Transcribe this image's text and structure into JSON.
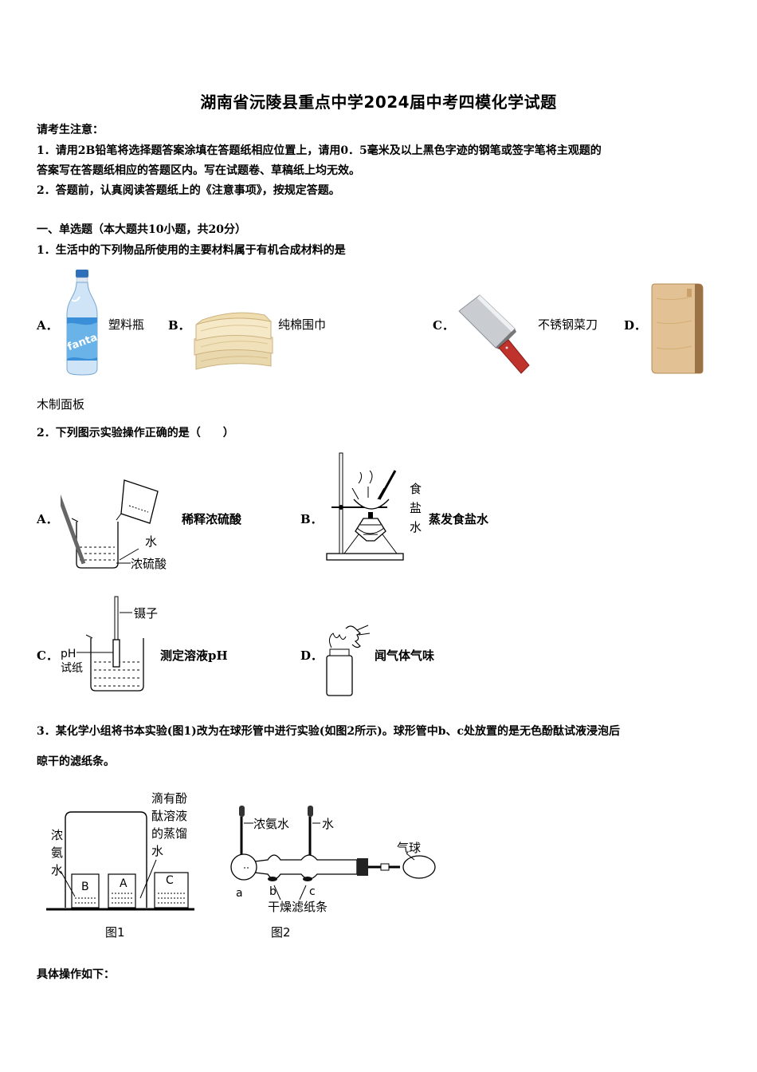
{
  "title": "湖南省沅陵县重点中学2024届中考四模化学试题",
  "notice": {
    "heading": "请考生注意：",
    "line1a": "1．请用2B铅笔将选择题答案涂填在答题纸相应位置上，请用0．5毫米及以上黑色字迹的钢笔或签字笔将主观题的",
    "line1b": "答案写在答题纸相应的答题区内。写在试题卷、草稿纸上均无效。",
    "line2": "2．答题前，认真阅读答题纸上的《注意事项》，按规定答题。"
  },
  "section1": "一、单选题（本大题共10小题，共20分）",
  "q1": {
    "stem": "1．生活中的下列物品所使用的主要材料属于有机合成材料的是",
    "options": [
      {
        "letter": "A．",
        "text": "塑料瓶"
      },
      {
        "letter": "B．",
        "text": "纯棉围巾"
      },
      {
        "letter": "C．",
        "text": "不锈钢菜刀"
      },
      {
        "letter": "D．",
        "text": "木制面板"
      }
    ],
    "bottle_brand": "fanta"
  },
  "q2": {
    "stem": "2．下列图示实验操作正确的是（　　）",
    "options": [
      {
        "letter": "A．",
        "text": "稀释浓硫酸",
        "fig_labels": [
          "水",
          "浓硫酸"
        ]
      },
      {
        "letter": "B．",
        "text": "蒸发食盐水",
        "fig_labels": [
          "食",
          "盐",
          "水"
        ]
      },
      {
        "letter": "C．",
        "text": "测定溶液pH",
        "fig_labels": [
          "镊子",
          "pH",
          "试纸"
        ]
      },
      {
        "letter": "D．",
        "text": "闻气体气味"
      }
    ]
  },
  "q3": {
    "stem_a": "3．某化学小组将书本实验(图1)改为在球形管中进行实验(如图2所示)。球形管中b、c处放置的是无色酚酞试液浸泡后",
    "stem_b": "晾干的滤纸条。",
    "fig1": {
      "labels": [
        "浓",
        "氨",
        "水",
        "B",
        "A",
        "C",
        "滴有酚",
        "酞溶液",
        "的蒸馏",
        "水"
      ],
      "caption": "图1"
    },
    "fig2": {
      "labels": [
        "浓氨水",
        "水",
        "气球",
        "a",
        "b",
        "c",
        "干燥滤纸条"
      ],
      "caption": "图2"
    }
  },
  "footer_text": "具体操作如下："
}
